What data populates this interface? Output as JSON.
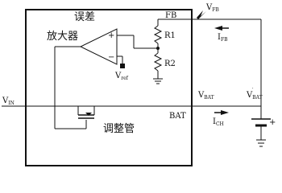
{
  "labels": {
    "error_amp_title": "误差",
    "amplifier": "放大器",
    "regulator": "调整管",
    "fb_pin": "FB",
    "bat_pin": "BAT",
    "r1": "R1",
    "r2": "R2",
    "vin": "V",
    "vin_sub": "IN",
    "vref": "V",
    "vref_sub": "ref",
    "vbat": "V",
    "vbat_sub": "BAT",
    "vbat_prime": "V",
    "vbat_prime_sub": "BAT",
    "vbat_prime_mark": "′",
    "vfb": "V",
    "vfb_sub": "FB",
    "ifb": "I",
    "ifb_sub": "FB",
    "ich": "I",
    "ich_sub": "CH",
    "plus": "+",
    "minus": "−",
    "bat_plus": "+"
  }
}
